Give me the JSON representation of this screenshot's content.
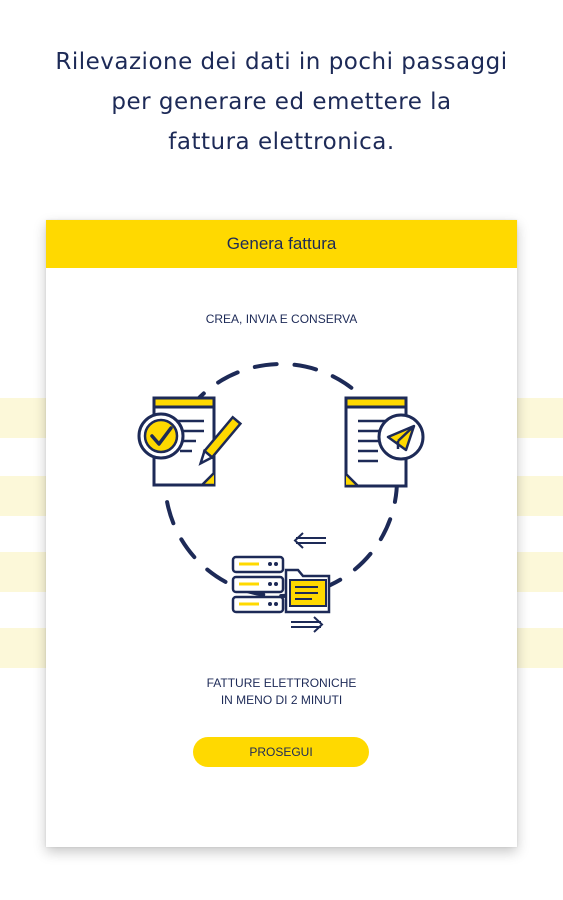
{
  "headline": {
    "line1": "Rilevazione dei dati in pochi passaggi",
    "line2": "per generare ed emettere la",
    "line3": "fattura elettronica."
  },
  "card": {
    "title": "Genera fattura",
    "subtitle": "CREA, INVIA E CONSERVA",
    "bottom_line1": "FATTURE ELETTRONICHE",
    "bottom_line2": "IN MENO DI 2 MINUTI",
    "button_label": "PROSEGUI"
  },
  "illustration": {
    "icons": [
      "document-checkmark-pen-icon",
      "document-send-icon",
      "server-folder-sync-icon"
    ]
  },
  "colors": {
    "accent": "#ffd900",
    "navy": "#1d2a57",
    "stripe": "#fcf8d9"
  }
}
